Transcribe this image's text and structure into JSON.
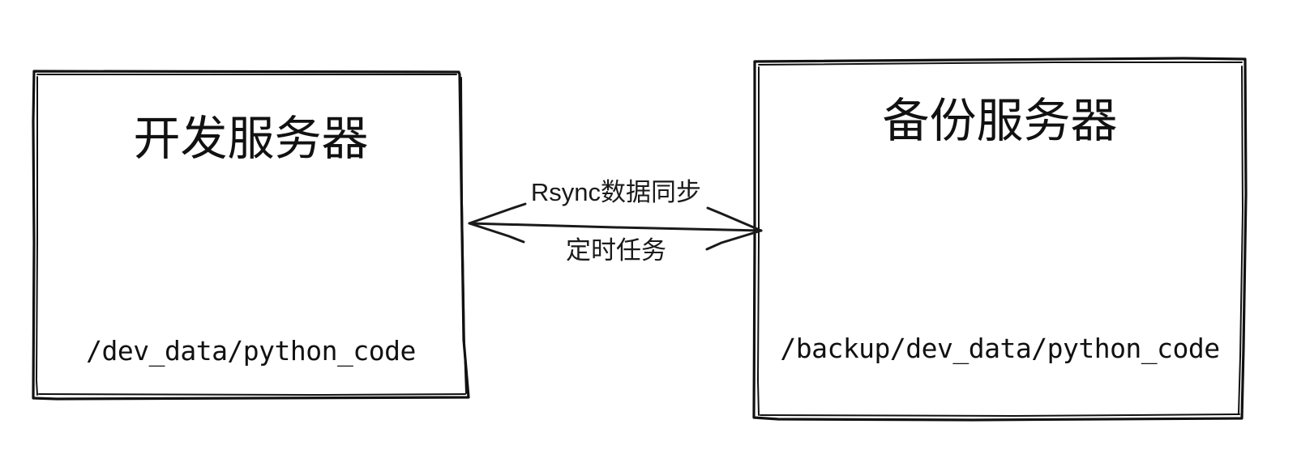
{
  "diagram": {
    "type": "rsync-backup-architecture",
    "background_color": "#ffffff",
    "stroke_color": "#111111",
    "nodes": [
      {
        "id": "dev-server",
        "title": "开发服务器",
        "path": "/dev_data/python_code",
        "shape": "rectangle",
        "style": "hand-drawn"
      },
      {
        "id": "backup-server",
        "title": "备份服务器",
        "path": "/backup/dev_data/python_code",
        "shape": "rectangle",
        "style": "hand-drawn"
      }
    ],
    "edges": [
      {
        "id": "sync-edge",
        "from": "dev-server",
        "to": "backup-server",
        "direction": "bidirectional",
        "label_top": "Rsync数据同步",
        "label_bottom": "定时任务"
      }
    ]
  }
}
